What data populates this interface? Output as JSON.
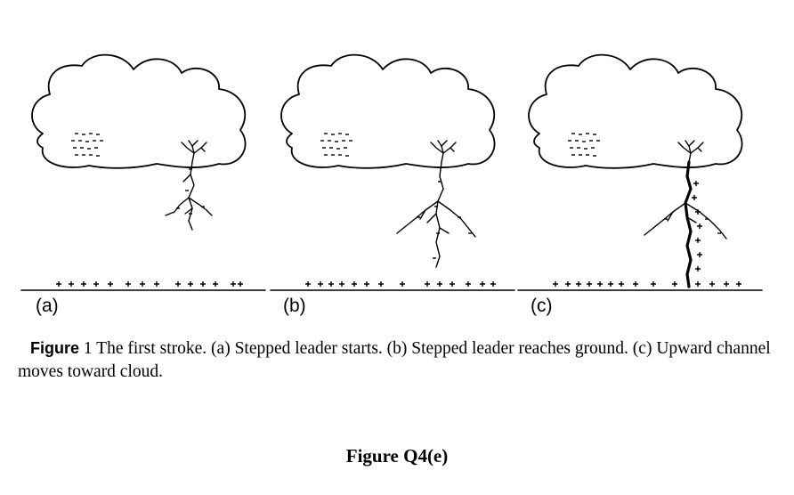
{
  "panels": [
    {
      "id": "a",
      "label": "(a)",
      "stage": "leader-starts"
    },
    {
      "id": "b",
      "label": "(b)",
      "stage": "leader-reaches-ground"
    },
    {
      "id": "c",
      "label": "(c)",
      "stage": "upward-channel"
    }
  ],
  "caption": {
    "figure_word": "Figure",
    "text": "1 The first stroke. (a) Stepped leader starts. (b) Stepped leader reaches ground. (c) Upward channel moves toward cloud."
  },
  "figure_title": "Figure Q4(e)",
  "colors": {
    "ink": "#000000",
    "background": "#ffffff"
  }
}
